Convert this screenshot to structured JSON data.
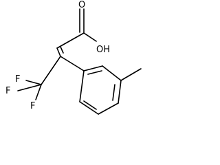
{
  "structure": {
    "atoms": {
      "carbonyl_oxygen": "O",
      "hydroxyl": "OH",
      "fluorine_top": "F",
      "fluorine_left": "F",
      "fluorine_bottom": "F"
    },
    "bond_color": "#000000",
    "background": "#ffffff"
  }
}
